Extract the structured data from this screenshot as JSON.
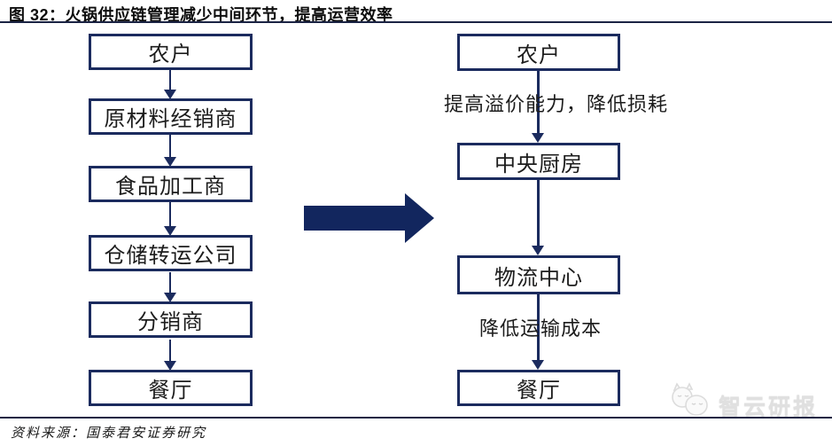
{
  "header": {
    "title": "图 32：火锅供应链管理减少中间环节，提高运营效率"
  },
  "colors": {
    "navy_accent": "#1b2b5e",
    "big_arrow": "#12265e",
    "rule_line": "#1b2444",
    "watermark_gray": "#e0e0e0"
  },
  "left_flow": {
    "boxes": [
      "农户",
      "原材料经销商",
      "食品加工商",
      "仓储转运公司",
      "分销商",
      "餐厅"
    ]
  },
  "right_flow": {
    "boxes": [
      "农户",
      "中央厨房",
      "物流中心",
      "餐厅"
    ],
    "annotations": [
      "提高溢价能力，降低损耗",
      "降低运输成本"
    ]
  },
  "footer": {
    "source": "资料来源：国泰君安证券研究",
    "watermark": "智云研报"
  }
}
